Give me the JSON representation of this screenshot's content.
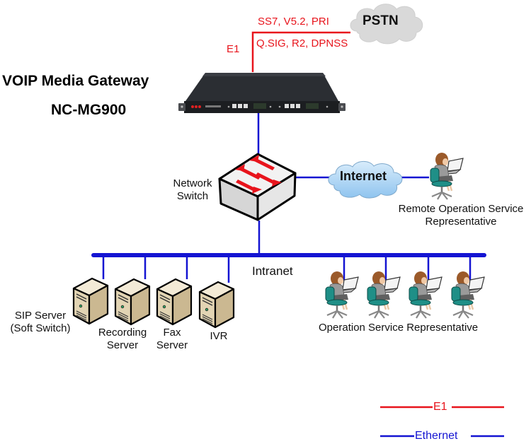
{
  "title": {
    "line1": "VOIP Media Gateway",
    "line2": "NC-MG900"
  },
  "pstn": {
    "label": "PSTN",
    "protocols_top": "SS7, V5.2, PRI",
    "protocols_bottom": "Q.SIG, R2, DPNSS",
    "link_label": "E1"
  },
  "gateway": {
    "model_text": "NC-MG900"
  },
  "switch": {
    "label_line1": "Network",
    "label_line2": "Switch"
  },
  "internet": {
    "label": "Internet"
  },
  "remote_rep": {
    "label_line1": "Remote Operation Service",
    "label_line2": "Representative"
  },
  "intranet": {
    "label": "Intranet"
  },
  "servers": [
    {
      "line1": "SIP Server",
      "line2": "(Soft Switch)"
    },
    {
      "line1": "Recording",
      "line2": "Server"
    },
    {
      "line1": "Fax",
      "line2": "Server"
    },
    {
      "line1": "IVR",
      "line2": ""
    }
  ],
  "operators": {
    "label": "Operation Service Representative",
    "count": 4
  },
  "legend": {
    "e1_label": "E1",
    "ethernet_label": "Ethernet",
    "e1_color": "#e8141c",
    "ethernet_color": "#1414d2"
  }
}
